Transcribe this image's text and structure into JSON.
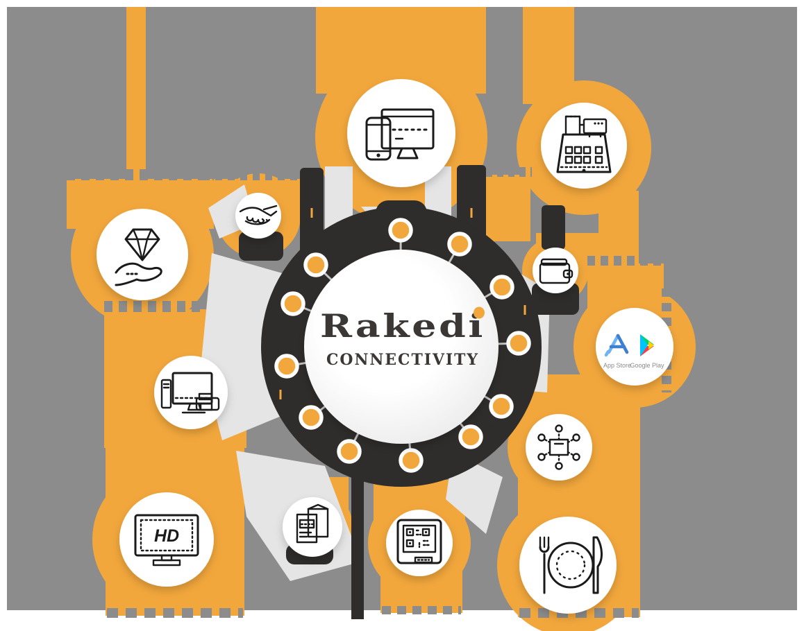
{
  "brand": {
    "title": "Rakedi",
    "subtitle": "CONNECTIVITY"
  },
  "badges": {
    "app_store": "App Store",
    "google_play": "Google Play"
  },
  "labels": {
    "hd": "HD"
  },
  "nodes": [
    {
      "id": "multi-device",
      "icon": "devices-icon"
    },
    {
      "id": "pos-terminal",
      "icon": "cash-register-icon"
    },
    {
      "id": "premium-service",
      "icon": "diamond-hand-icon"
    },
    {
      "id": "partnership",
      "icon": "handshake-icon"
    },
    {
      "id": "wallet-payments",
      "icon": "wallet-icon"
    },
    {
      "id": "mobile-apps",
      "icon": "app-store-google-play-icon"
    },
    {
      "id": "desktop-printing",
      "icon": "workstation-printer-icon"
    },
    {
      "id": "network-hub",
      "icon": "connected-devices-icon"
    },
    {
      "id": "hd-display",
      "icon": "hd-screen-icon"
    },
    {
      "id": "menu-brochure",
      "icon": "brochure-icon"
    },
    {
      "id": "qr-ordering",
      "icon": "qr-kiosk-icon"
    },
    {
      "id": "restaurant-dining",
      "icon": "plate-cutlery-icon"
    }
  ],
  "colors": {
    "accent_yellow": "#F2A73C",
    "charcoal": "#2F2D2B",
    "background_gray": "#8C8C8C",
    "light_gray": "#E5E5E5",
    "white": "#FFFFFF",
    "appstore_blue": "#3E7FD1",
    "appstore_light_blue": "#6FB3F2",
    "play_cyan": "#00C4FF",
    "play_green": "#00D269",
    "play_red": "#FF3A44",
    "play_yellow": "#FFD400"
  }
}
